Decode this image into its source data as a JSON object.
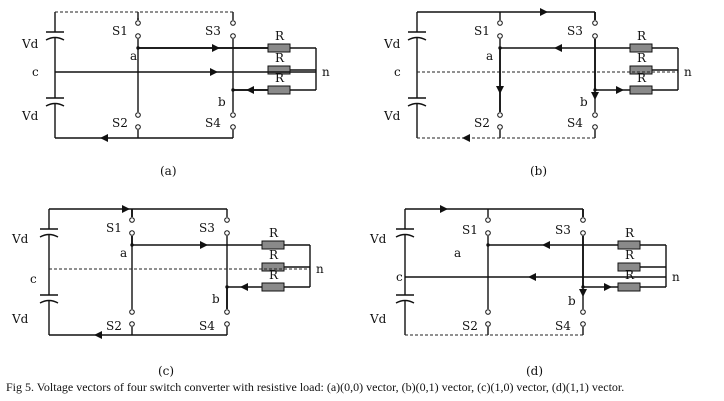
{
  "panels": [
    {
      "id": "a",
      "label": "(a)"
    },
    {
      "id": "b",
      "label": "(b)"
    },
    {
      "id": "c",
      "label": "(c)"
    },
    {
      "id": "d",
      "label": "(d)"
    }
  ],
  "labels": {
    "vd": "Vd",
    "c": "c",
    "n": "n",
    "a": "a",
    "b": "b",
    "s1": "S1",
    "s2": "S2",
    "s3": "S3",
    "s4": "S4",
    "r": "R"
  },
  "caption": "Fig 5. Voltage vectors of four switch converter with resistive load: (a)(0,0) vector, (b)(0,1) vector, (c)(1,0) vector, (d)(1,1) vector."
}
